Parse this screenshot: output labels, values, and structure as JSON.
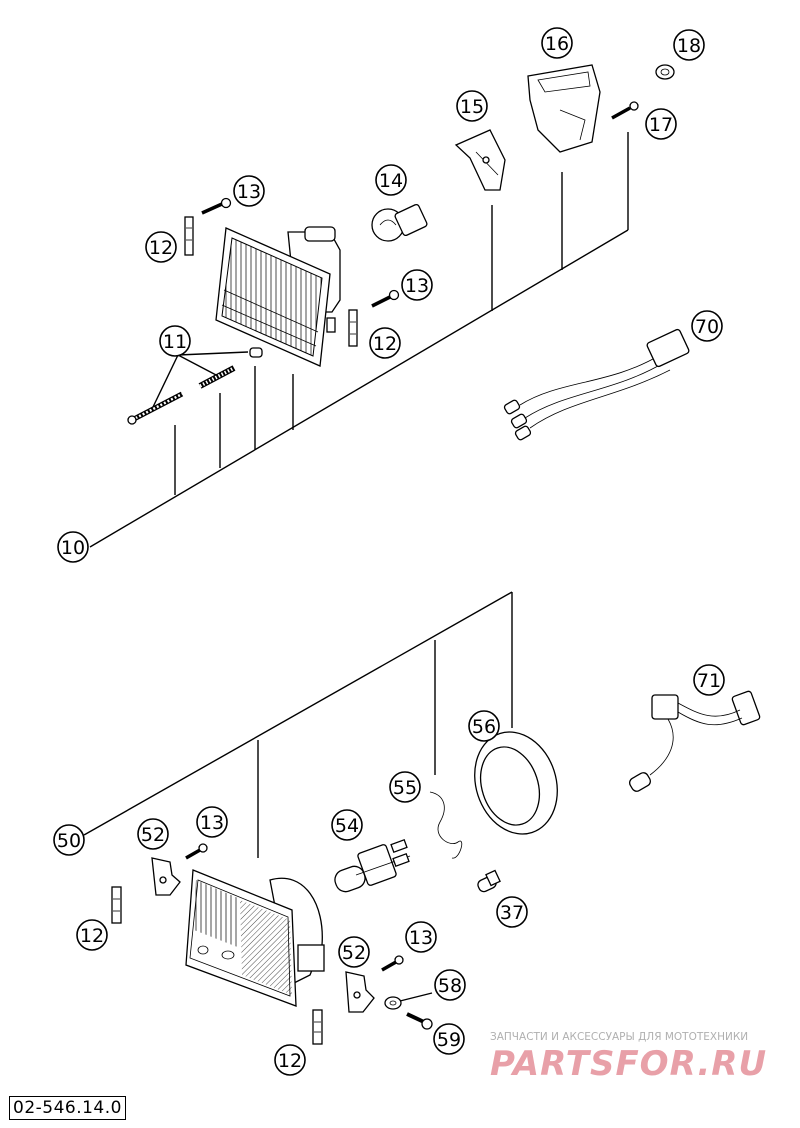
{
  "diagram": {
    "callouts": {
      "c10": "10",
      "c11": "11",
      "c12a": "12",
      "c12b": "12",
      "c13a": "13",
      "c13b": "13",
      "c14": "14",
      "c15": "15",
      "c16": "16",
      "c17": "17",
      "c18": "18",
      "c70": "70",
      "c50": "50",
      "c52a": "52",
      "c13c": "13",
      "c12c": "12",
      "c54": "54",
      "c55": "55",
      "c56": "56",
      "c71": "71",
      "c37": "37",
      "c13d": "13",
      "c52b": "52",
      "c58": "58",
      "c59": "59",
      "c12d": "12"
    },
    "doc_number": "02-546.14.0"
  },
  "watermark": {
    "caption": "ЗАПЧАСТИ И АКСЕССУАРЫ ДЛЯ МОТОТЕХНИКИ",
    "logo_text": "PARTSFOR.RU",
    "color": "#e8a0a8"
  }
}
